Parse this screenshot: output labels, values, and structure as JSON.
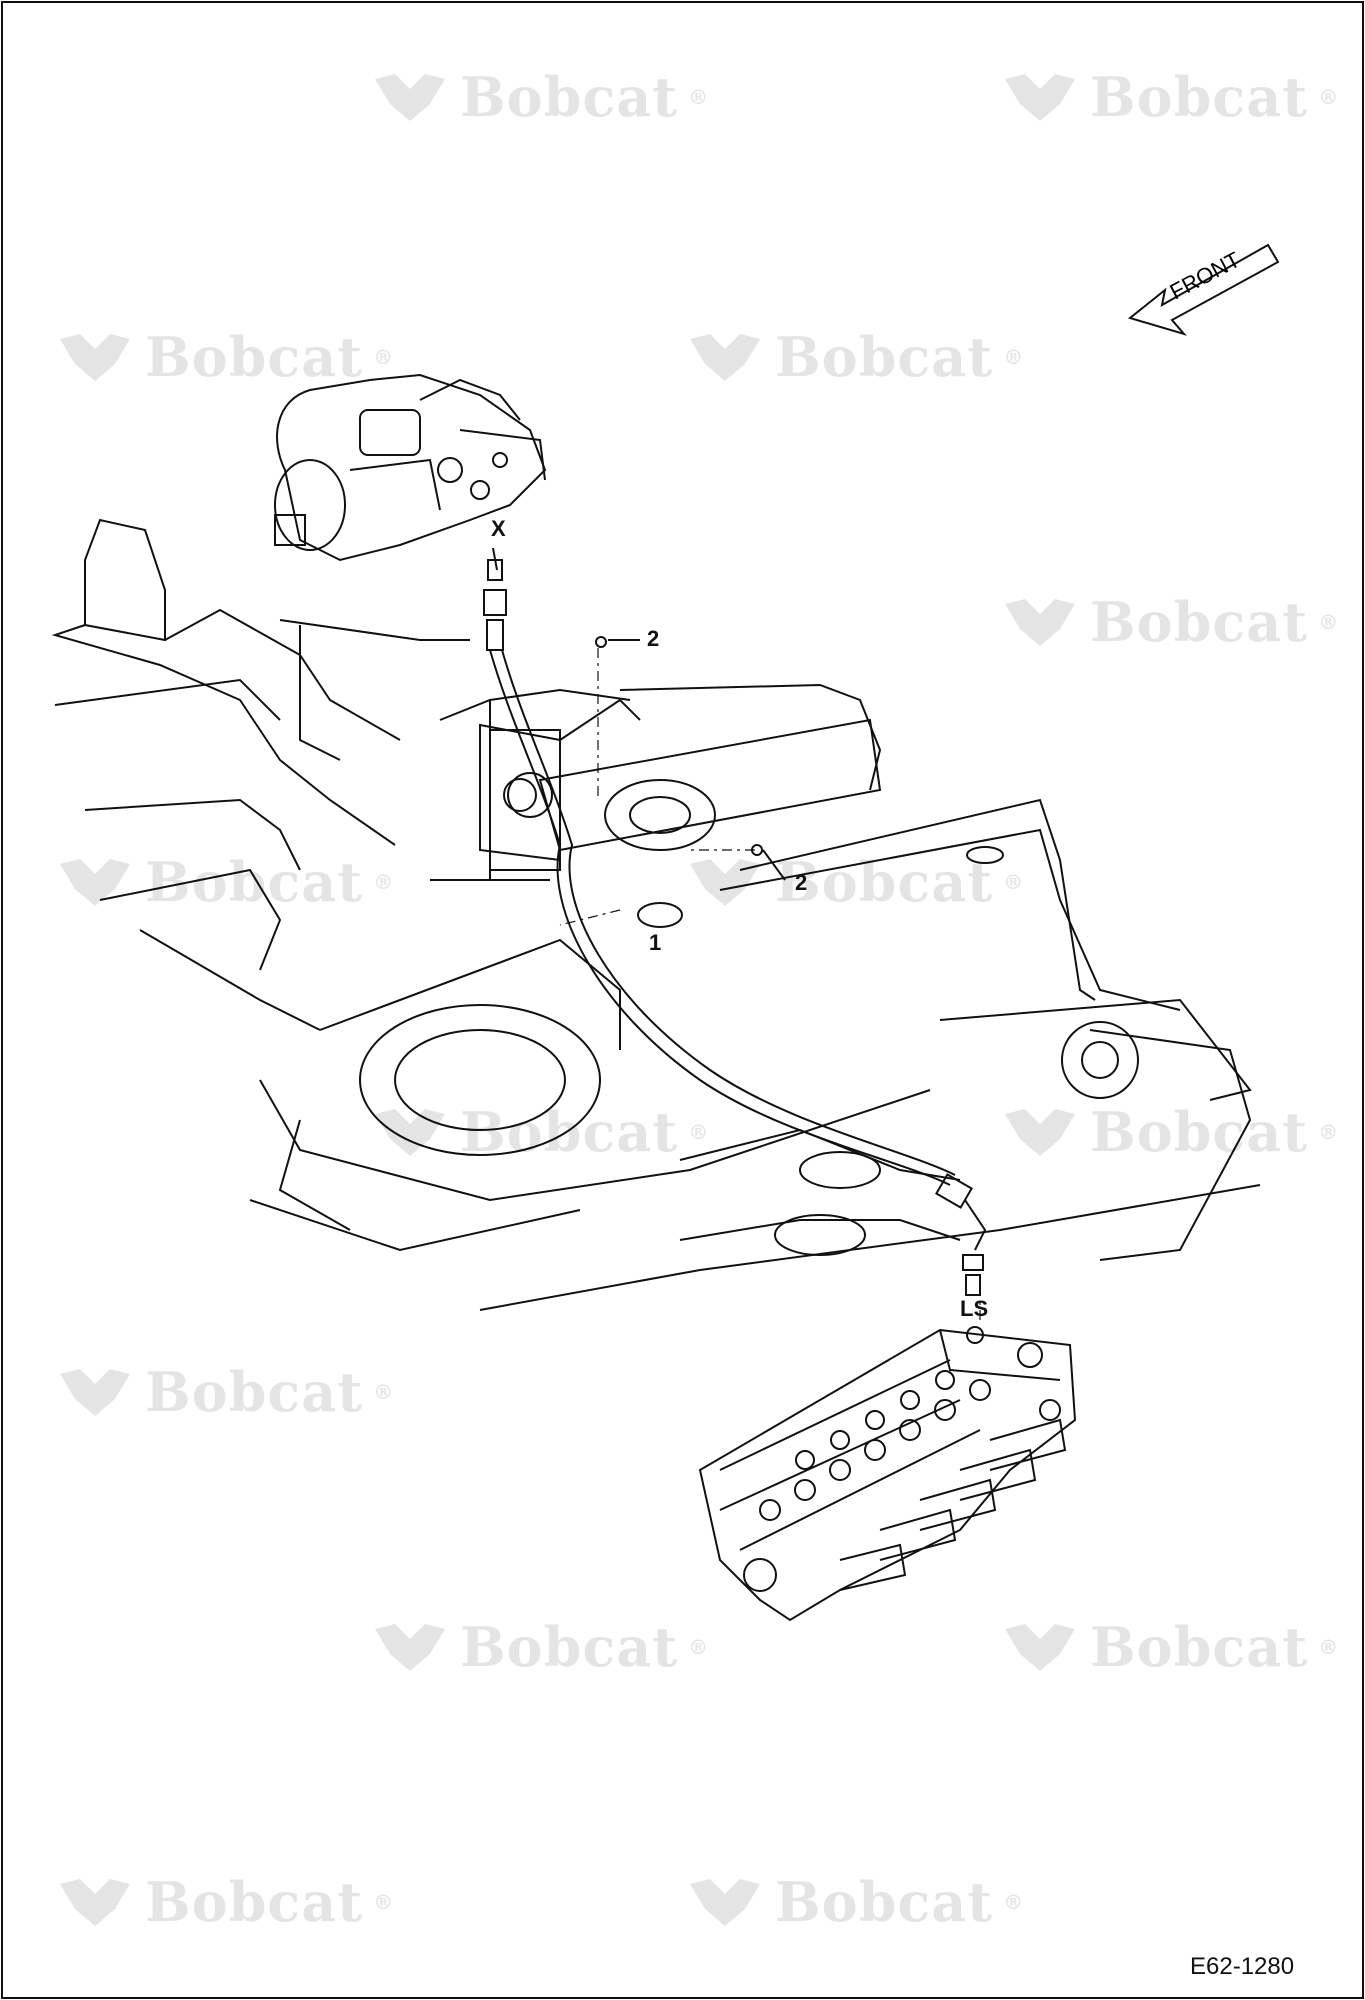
{
  "watermark": {
    "brand": "Bobcat",
    "mark": "®"
  },
  "front_indicator": {
    "label": "FRONT"
  },
  "callouts": {
    "port_x": "X",
    "port_ls": "LS",
    "item_1": "1",
    "item_2_top": "2",
    "item_2_mid": "2"
  },
  "document_number": "E62-1280",
  "colors": {
    "line": "#111111",
    "background": "#ffffff"
  }
}
